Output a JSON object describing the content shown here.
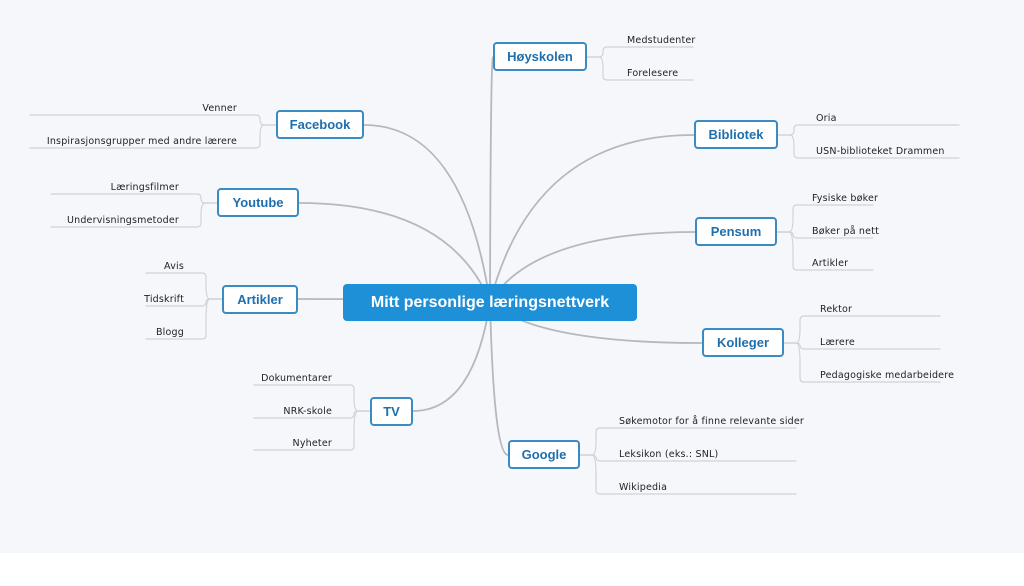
{
  "central": {
    "label": "Mitt personlige læringsnettverk"
  },
  "branches": [
    {
      "id": "hoyskolen",
      "label": "Høyskolen",
      "children": [
        "Medstudenter",
        "Forelesere"
      ]
    },
    {
      "id": "facebook",
      "label": "Facebook",
      "children": [
        "Venner",
        "Inspirasjonsgrupper med andre lærere"
      ]
    },
    {
      "id": "bibliotek",
      "label": "Bibliotek",
      "children": [
        "Oria",
        "USN-biblioteket Drammen"
      ]
    },
    {
      "id": "youtube",
      "label": "Youtube",
      "children": [
        "Læringsfilmer",
        "Undervisningsmetoder"
      ]
    },
    {
      "id": "pensum",
      "label": "Pensum",
      "children": [
        "Fysiske bøker",
        "Bøker på nett",
        "Artikler"
      ]
    },
    {
      "id": "artikler",
      "label": "Artikler",
      "children": [
        "Avis",
        "Tidskrift",
        "Blogg"
      ]
    },
    {
      "id": "kolleger",
      "label": "Kolleger",
      "children": [
        "Rektor",
        "Lærere",
        "Pedagogiske medarbeidere"
      ]
    },
    {
      "id": "tv",
      "label": "TV",
      "children": [
        "Dokumentarer",
        "NRK-skole",
        "Nyheter"
      ]
    },
    {
      "id": "google",
      "label": "Google",
      "children": [
        "Søkemotor for å finne relevante sider",
        "Leksikon (eks.: SNL)",
        "Wikipedia"
      ]
    }
  ],
  "colors": {
    "central_fill": "#1e90d8",
    "node_border": "#3a8bc4",
    "node_text": "#1f6fae",
    "main_link": "#b5b8bf",
    "leaf_link": "#cfd3d9"
  }
}
